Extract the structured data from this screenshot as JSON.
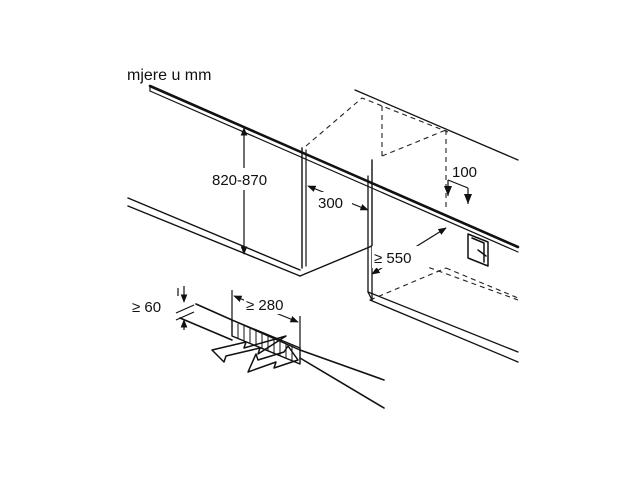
{
  "unit_label": "mjere u mm",
  "dimensions": {
    "height": "820-870",
    "depth_offset": "300",
    "top_gap": "100",
    "min_depth": "≥ 550",
    "vent_height": "≥ 60",
    "vent_width": "≥ 280"
  },
  "colors": {
    "line": "#111111",
    "background": "#ffffff"
  },
  "icons": [
    "socket-icon",
    "airflow-arrow-icon"
  ]
}
